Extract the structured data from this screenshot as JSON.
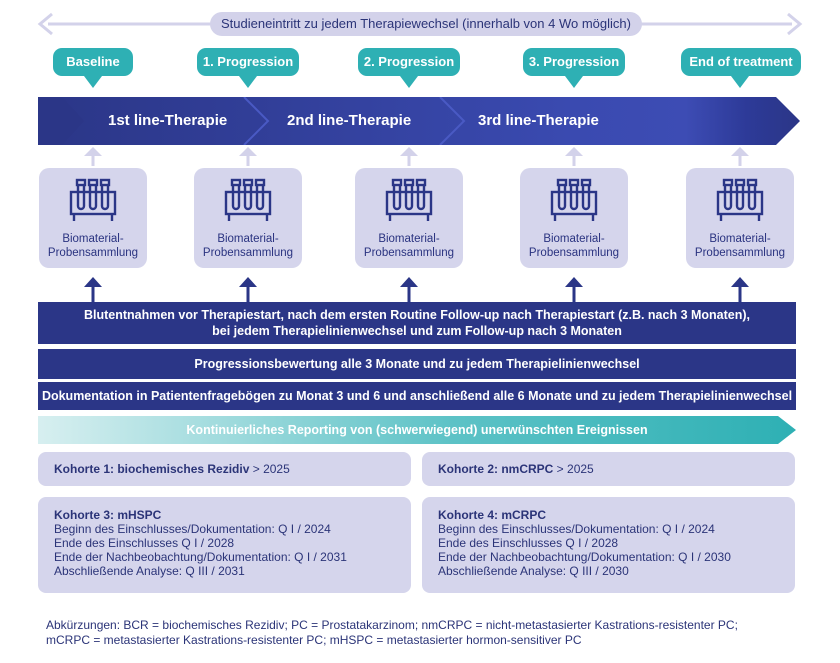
{
  "entry_label": "Studieneintritt zu jedem Therapiewechsel (innerhalb von 4 Wo möglich)",
  "phases": [
    "Baseline",
    "1. Progression",
    "2. Progression",
    "3. Progression",
    "End of treatment"
  ],
  "therapies": [
    "1st line-Therapie",
    "2nd line-Therapie",
    "3rd line-Therapie"
  ],
  "sample_label_line1": "Biomaterial-",
  "sample_label_line2": "Probensammlung",
  "bars": {
    "blood_line1": "Blutentnahmen vor Therapiestart, nach dem ersten Routine Follow-up nach Therapiestart (z.B. nach 3 Monaten),",
    "blood_line2": "bei jedem Therapielinienwechsel und zum Follow-up nach  3 Monaten",
    "progression": "Progressionsbewertung alle 3 Monate und zu jedem Therapielinienwechsel",
    "documentation": "Dokumentation in Patientenfragebögen zu Monat 3 und 6 und anschließend alle 6 Monate und zu jedem Therapielinienwechsel",
    "reporting": "Kontinuierliches Reporting von (schwerwiegend) unerwünschten Ereignissen"
  },
  "cohorts": {
    "k1_title": "Kohorte 1: biochemisches Rezidiv",
    "k1_value": " > 2025",
    "k2_title": "Kohorte 2: nmCRPC",
    "k2_value": " > 2025",
    "k3_title": "Kohorte 3: mHSPC",
    "k3_lines": [
      "Beginn des Einschlusses/Dokumentation: Q I / 2024",
      "Ende des Einschlusses Q I / 2028",
      "Ende der Nachbeobachtung/Dokumentation: Q I / 2031",
      "Abschließende Analyse: Q III / 2031"
    ],
    "k4_title": "Kohorte 4: mCRPC",
    "k4_lines": [
      "Beginn des Einschlusses/Dokumentation: Q I / 2024",
      "Ende des Einschlusses Q I / 2028",
      "Ende der Nachbeobachtung/Dokumentation: Q I / 2030",
      "Abschließende Analyse: Q III / 2030"
    ]
  },
  "abbreviations_line1": "Abkürzungen: BCR = biochemisches Rezidiv; PC = Prostatakarzinom; nmCRPC = nicht-metastasierter Kastrations-resistenter PC;",
  "abbreviations_line2": "mCRPC  = metastasierter Kastrations-resistenter PC; mHSPC = metastasierter hormon-sensitiver PC"
}
